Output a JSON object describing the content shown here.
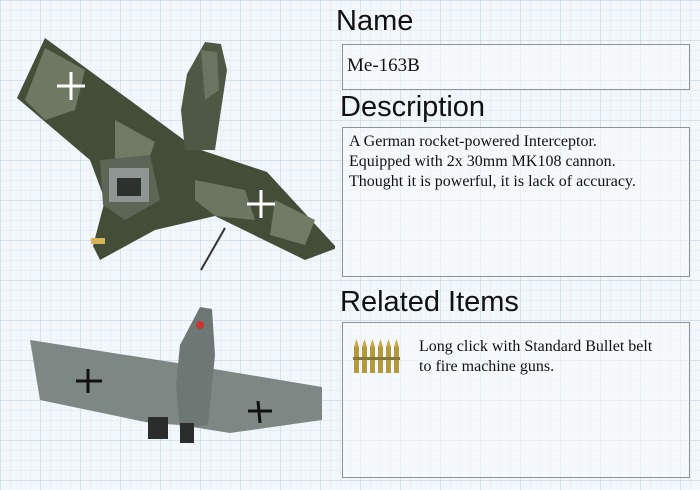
{
  "name_section": {
    "heading": "Name",
    "value": "Me-163B"
  },
  "description_section": {
    "heading": "Description",
    "lines": [
      "A German rocket-powered Interceptor.",
      "Equipped with 2x 30mm MK108 cannon.",
      "Thought it is powerful, it is lack of accuracy."
    ]
  },
  "related_section": {
    "heading": "Related Items",
    "items": [
      {
        "icon": "bullet-belt-icon",
        "text_lines": [
          "Long click with Standard Bullet belt",
          "to fire machine guns."
        ]
      }
    ]
  },
  "colors": {
    "background": "#f2f7fb",
    "box_border": "#8c9499",
    "camo_dark": "#3b4530",
    "camo_light": "#6a7560",
    "underside_grey": "#7f8a86"
  }
}
